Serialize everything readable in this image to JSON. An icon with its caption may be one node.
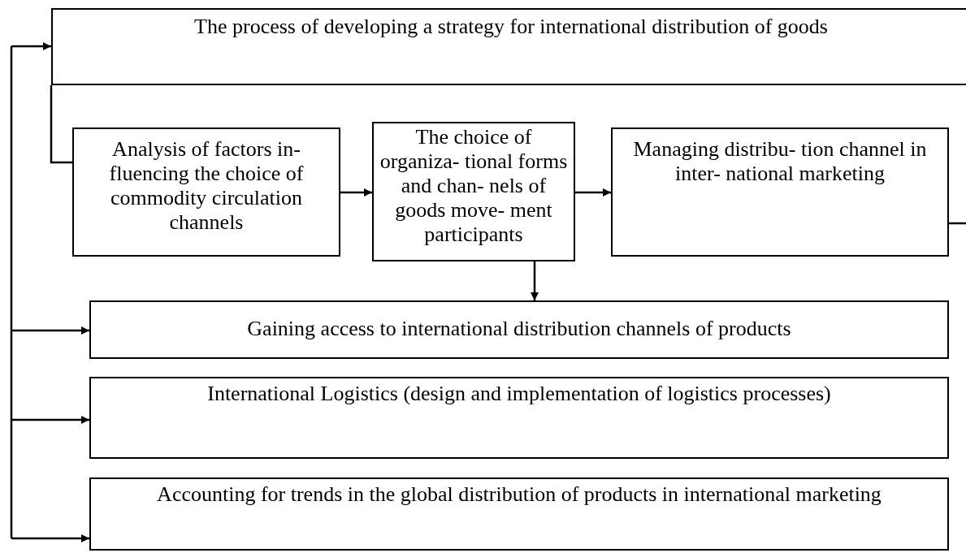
{
  "diagram": {
    "nodes": [
      {
        "text": [
          "The process of developing a strategy for international distribution of goods"
        ]
      },
      {
        "text": [
          "Analysis of factors in- fluencing the choice of commodity circulation channels"
        ]
      },
      {
        "text": [
          "The choice of organiza- tional forms and chan- nels of goods move- ment participants"
        ]
      },
      {
        "text": [
          "Managing distribu- tion channel in inter- national marketing"
        ]
      },
      {
        "text": [
          "Gaining access to international distribution channels of products"
        ]
      },
      {
        "text": [
          "International Logistics (design and implementation of logistics processes)"
        ]
      },
      {
        "text": [
          "Accounting for trends in the global distribution of products in international marketing"
        ]
      }
    ],
    "edges": [
      {
        "from": 0,
        "to": 1,
        "arrow": "none"
      },
      {
        "from": 1,
        "to": 2,
        "arrow": "to"
      },
      {
        "from": 2,
        "to": 3,
        "arrow": "to"
      },
      {
        "from": 2,
        "to": 4,
        "arrow": "to"
      },
      {
        "from": 3,
        "to": null,
        "arrow": "none"
      },
      {
        "from": null,
        "to": 0,
        "arrow": "to"
      },
      {
        "from": null,
        "to": 4,
        "arrow": "to"
      },
      {
        "from": null,
        "to": 5,
        "arrow": "to"
      },
      {
        "from": null,
        "to": 6,
        "arrow": "to"
      }
    ]
  }
}
